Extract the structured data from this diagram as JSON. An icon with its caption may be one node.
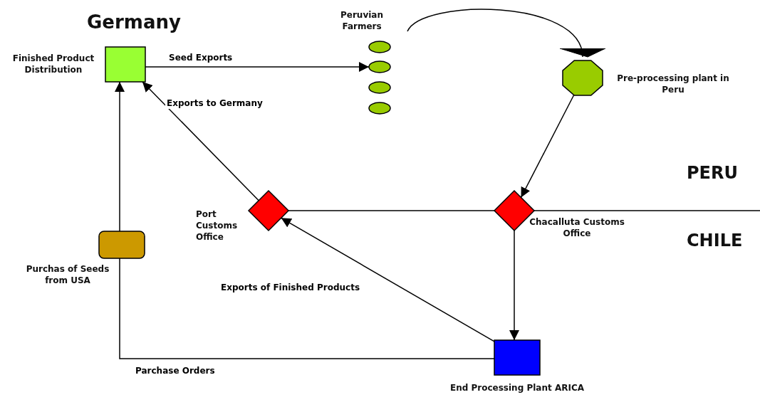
{
  "diagram": {
    "nodes": [
      {
        "text": [
          "Finished Product Distribution"
        ]
      },
      {
        "text": [
          "Peruvian Farmers"
        ]
      },
      {
        "text": [],
        "shape": "circle"
      },
      {
        "text": [],
        "shape": "circle"
      },
      {
        "text": [],
        "shape": "circle"
      },
      {
        "text": [],
        "shape": "circle"
      },
      {
        "text": [
          "Pre-processing plant in Peru"
        ]
      },
      {
        "text": [
          "Port Customs Office"
        ]
      },
      {
        "text": [
          "Chacalluta Customs Office"
        ]
      },
      {
        "text": [
          "Purchas of Seeds from USA"
        ]
      },
      {
        "text": [
          "End Processing Plant ARICA"
        ]
      }
    ],
    "edges": [
      {
        "from": 0,
        "to": 3,
        "arrow": "to",
        "label": "Seed Exports"
      },
      {
        "from": 1,
        "to": 6,
        "arrow": "to"
      },
      {
        "from": 6,
        "to": 8,
        "arrow": "to"
      },
      {
        "from": 7,
        "to": 0,
        "arrow": "to",
        "label": "Exports to Germany"
      },
      {
        "from": 7,
        "to": 8,
        "arrow": "none"
      },
      {
        "from": 8,
        "to": 10,
        "arrow": "to"
      },
      {
        "from": 10,
        "to": 7,
        "arrow": "to",
        "label": "Exports of Finished Products"
      },
      {
        "from": 10,
        "to": 9,
        "arrow": "none",
        "label": "Parchase Orders"
      },
      {
        "from": 9,
        "to": 0,
        "arrow": "to"
      }
    ],
    "labels": [
      "Germany",
      "PERU",
      "CHILE"
    ]
  }
}
